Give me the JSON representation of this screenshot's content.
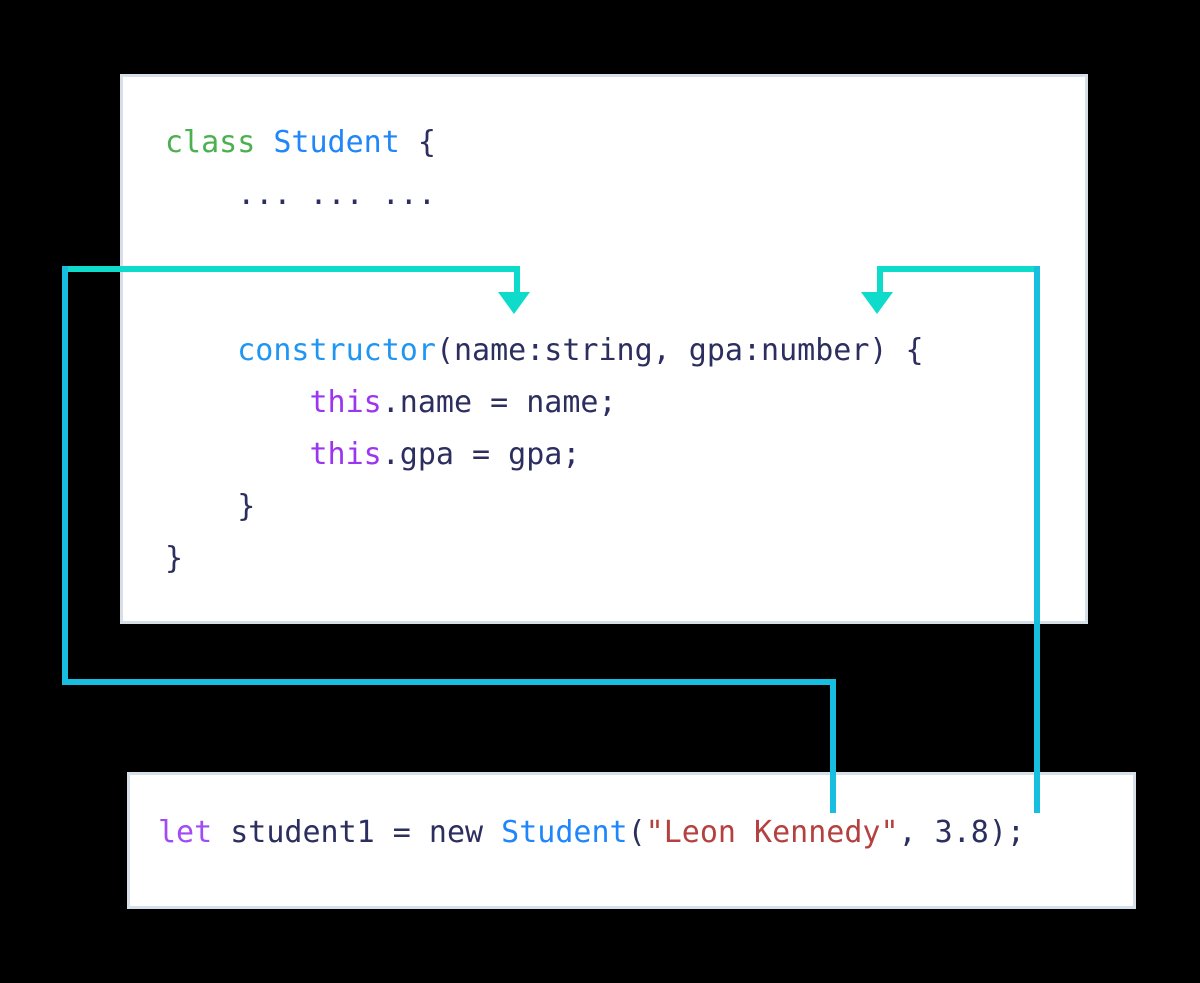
{
  "diagram": {
    "title": "TypeScript class constructor parameter mapping",
    "background_color": "#000000",
    "accent_color_arrows": "#0fdbcb",
    "accent_color_lines": "#17bedf",
    "panel_background": "#ffffff",
    "panel_border_color": "#d7dfe9"
  },
  "class_panel": {
    "name": "class-definition-code-block",
    "lines": {
      "l1_kw": "class",
      "l1_space1": " ",
      "l1_type": "Student",
      "l1_brace": " {",
      "l2_ellipsis": "    ... ... ...",
      "l3_blank": "",
      "l4_indent": "    ",
      "l4_fn": "constructor",
      "l4_params": "(name:string, gpa:number) {",
      "l5_indent": "        ",
      "l5_this": "this",
      "l5_rest": ".name = name;",
      "l6_indent": "        ",
      "l6_this": "this",
      "l6_rest": ".gpa = gpa;",
      "l7_close_inner": "    }",
      "l8_close_outer": "}"
    }
  },
  "instance_panel": {
    "name": "instantiation-code-block",
    "lines": {
      "kw_let": "let",
      "mid": " student1 = new ",
      "type": "Student",
      "open_paren": "(",
      "string_arg": "\"Leon Kennedy\"",
      "comma": ", ",
      "number_arg": "3.8",
      "tail": ");"
    }
  },
  "connectors": {
    "name_connector": {
      "label": "name-argument-to-parameter-connector",
      "color": "#17bedf",
      "from": "string argument \"Leon Kennedy\"",
      "to": "constructor parameter name:string"
    },
    "gpa_connector": {
      "label": "gpa-argument-to-parameter-connector",
      "color": "#17bedf",
      "from": "number argument 3.8",
      "to": "constructor parameter gpa:number"
    }
  }
}
